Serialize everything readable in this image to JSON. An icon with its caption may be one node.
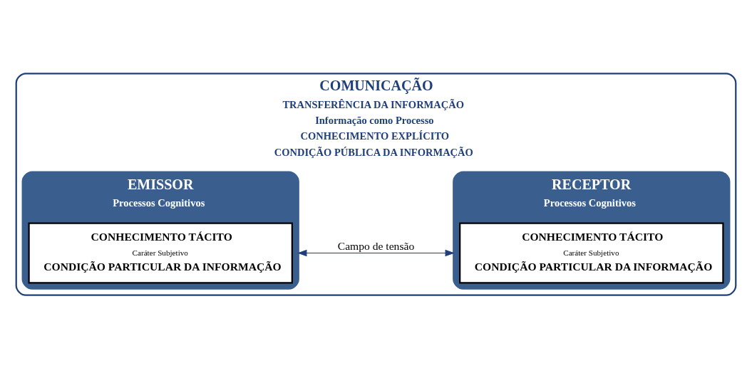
{
  "diagram": {
    "nodes": [
      {
        "text": [
          "COMUNICAÇÃO",
          "TRANSFERÊNCIA DA INFORMAÇÃO",
          "Informação como Processo",
          "CONHECIMENTO EXPLÍCITO",
          "CONDIÇÃO PÚBLICA DA INFORMAÇÃO"
        ]
      },
      {
        "text": [
          "EMISSOR",
          "Processos Cognitivos"
        ],
        "in": 0
      },
      {
        "text": [
          "CONHECIMENTO TÁCITO",
          "Caráter Subjetivo",
          "CONDIÇÃO PARTICULAR DA INFORMAÇÃO"
        ],
        "in": 1
      },
      {
        "text": [
          "RECEPTOR",
          "Processos Cognitivos"
        ],
        "in": 0
      },
      {
        "text": [
          "CONHECIMENTO TÁCITO",
          "Caráter Subjetivo",
          "CONDIÇÃO PARTICULAR DA INFORMAÇÃO"
        ],
        "in": 3
      }
    ],
    "edges": [
      {
        "from": 1,
        "to": 3,
        "arrow": "both",
        "label": "Campo de tensão"
      }
    ]
  }
}
